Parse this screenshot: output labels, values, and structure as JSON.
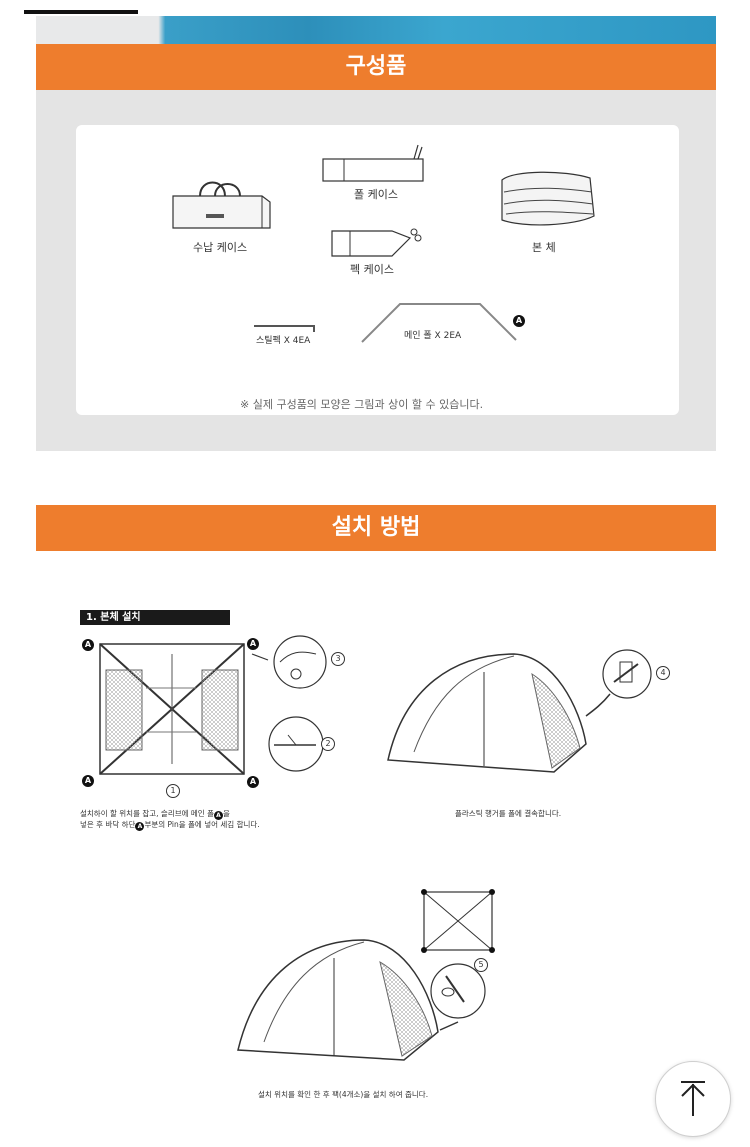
{
  "components_section": {
    "title": "구성품",
    "items": {
      "storage_case": "수납 케이스",
      "pole_case": "폴 케이스",
      "peg_case": "펙 케이스",
      "body": "본 체",
      "steel_peg": "스틸펙 X 4EA",
      "main_pole": "메인 폴 X 2EA",
      "pole_marker": "A"
    },
    "note": "※ 실제 구성품의 모양은 그림과 상이 할 수 있습니다."
  },
  "install_section": {
    "title": "설치 방법",
    "step_title": "1. 본체 설치",
    "markers": [
      "A",
      "A",
      "A",
      "A"
    ],
    "step_numbers": [
      "1",
      "2",
      "3",
      "4",
      "5"
    ],
    "caption_1a": "설치하이 할 위치를 잡고, 슬리브에 메인 폴",
    "caption_1b": "을",
    "caption_1c": "넣은 후 바닥 하단",
    "caption_1d": "부분의 Pin을 폴에 넣어 세김 합니다.",
    "caption_2": "플라스틱 행거를 폴에 결속합니다.",
    "caption_3": "설치 위치를 확인 한 후 팩(4개소)을 설치 하여 줍니다."
  },
  "scroll_top": {
    "icon": "arrow-up-icon"
  }
}
